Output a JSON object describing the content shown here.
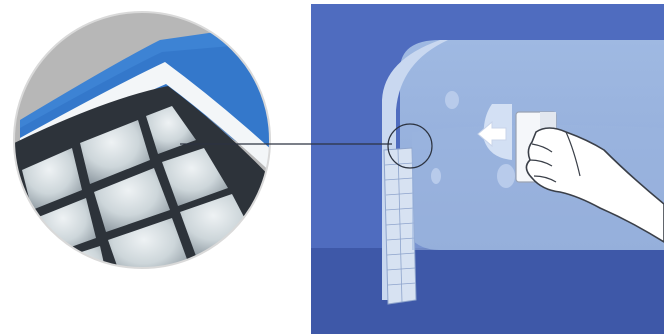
{
  "figure": {
    "colors": {
      "background": "#ffffff",
      "panel_blue": "#4f6cbf",
      "panel_blue_dark": "#3e58a8",
      "pool_water": "#a6bfe4",
      "pool_wall": "#c3d4ee",
      "tile_blue": "#3f86d8",
      "tile_gray": "#b9bec6",
      "grout": "#2a3038",
      "leader_line": "#2c3340",
      "hand": "#ffffff",
      "hand_outline": "#3a3f48"
    },
    "icons": [
      "magnifier-circle",
      "tile-grid",
      "pool-basin",
      "water-drop",
      "sponge-pad",
      "hand",
      "arrow-left"
    ]
  }
}
